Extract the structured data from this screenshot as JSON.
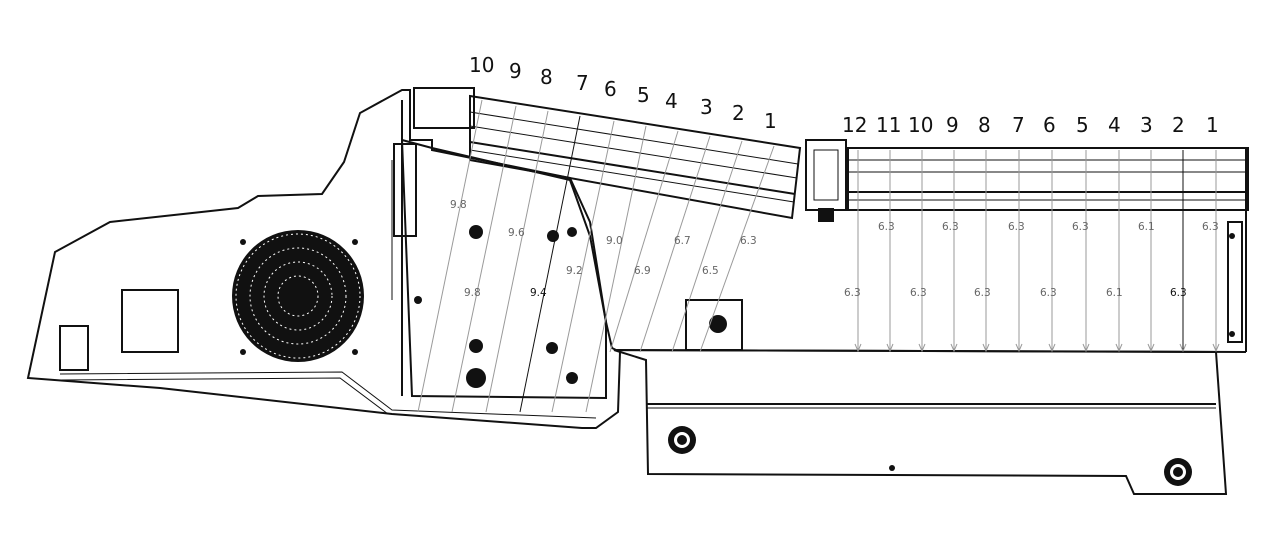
{
  "left_tray": {
    "numbers": [
      "10",
      "9",
      "8",
      "7",
      "6",
      "5",
      "4",
      "3",
      "2",
      "1"
    ],
    "upper_readings": [
      "9.8",
      "9.6",
      "9.0",
      "6.7",
      "6.3"
    ],
    "lower_readings": [
      "9.8",
      "9.4",
      "9.2",
      "6.9",
      "6.5"
    ]
  },
  "right_tray": {
    "numbers": [
      "12",
      "11",
      "10",
      "9",
      "8",
      "7",
      "6",
      "5",
      "4",
      "3",
      "2",
      "1"
    ],
    "upper_readings": [
      "6.3",
      "6.3",
      "6.3",
      "6.3",
      "6.1",
      "6.3"
    ],
    "lower_readings": [
      "6.3",
      "6.3",
      "6.3",
      "6.3",
      "6.1",
      "6.3"
    ]
  },
  "colors": {
    "ink": "#111111",
    "pointer": "#9a9a9a",
    "reading": "#666666"
  }
}
